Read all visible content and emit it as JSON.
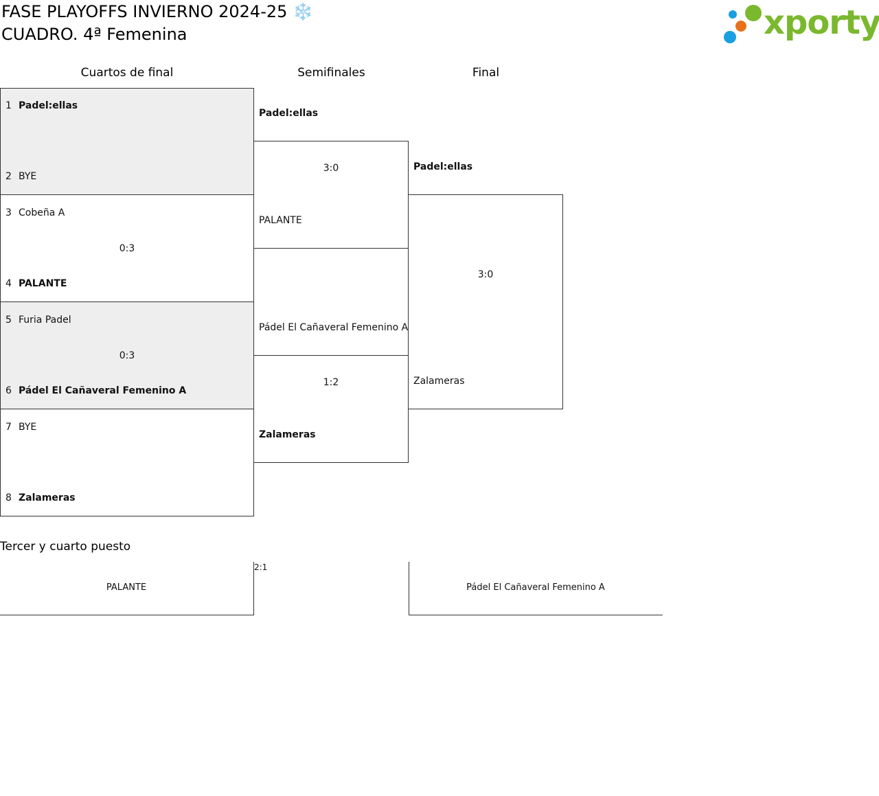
{
  "header": {
    "title_line1": "FASE PLAYOFFS INVIERNO 2024-25 ❄️",
    "title_line2": "CUADRO. 4ª Femenina"
  },
  "logo": {
    "text": "xporty",
    "dot_colors": [
      "#1a9fe0",
      "#e8701a",
      "#7ab82e"
    ],
    "brand_color": "#7ab82e"
  },
  "rounds": [
    "Cuartos de final",
    "Semifinales",
    "Final"
  ],
  "quarterfinals": [
    {
      "top_seed": "1",
      "top_team": "Padel:ellas",
      "bottom_seed": "2",
      "bottom_team": "BYE",
      "score": "",
      "winner": "top"
    },
    {
      "top_seed": "3",
      "top_team": "Cobeña A",
      "bottom_seed": "4",
      "bottom_team": "PALANTE",
      "score": "0:3",
      "winner": "bottom"
    },
    {
      "top_seed": "5",
      "top_team": "Furia Padel",
      "bottom_seed": "6",
      "bottom_team": "Pádel El Cañaveral Femenino A",
      "score": "0:3",
      "winner": "bottom"
    },
    {
      "top_seed": "7",
      "top_team": "BYE",
      "bottom_seed": "8",
      "bottom_team": "Zalameras",
      "score": "",
      "winner": "bottom"
    }
  ],
  "semifinals": [
    {
      "top_team": "Padel:ellas",
      "bottom_team": "PALANTE",
      "score": "3:0",
      "winner": "top"
    },
    {
      "top_team": "Pádel El Cañaveral Femenino A",
      "bottom_team": "Zalameras",
      "score": "1:2",
      "winner": "bottom"
    }
  ],
  "final": {
    "top_team": "Padel:ellas",
    "bottom_team": "Zalameras",
    "score": "3:0",
    "winner": "top"
  },
  "third_place": {
    "title": "Tercer y cuarto puesto",
    "left_team": "PALANTE",
    "score": "2:1",
    "right_team": "Pádel El Cañaveral Femenino A"
  }
}
